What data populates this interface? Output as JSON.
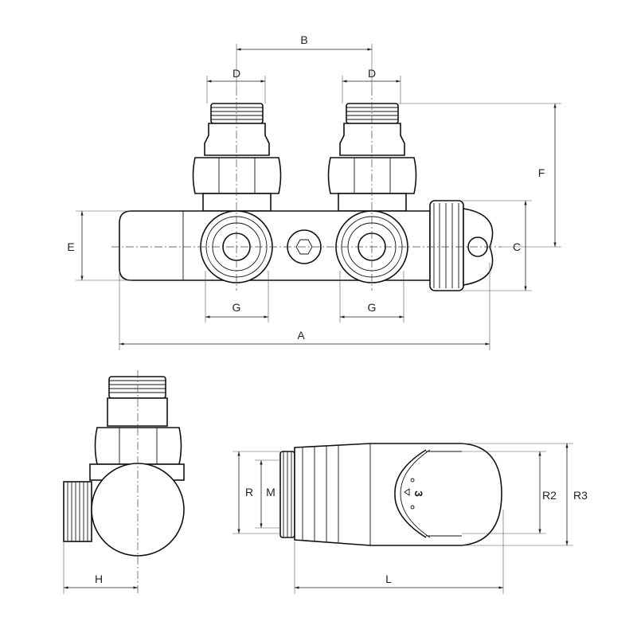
{
  "labels": {
    "A": "A",
    "B": "B",
    "C": "C",
    "D1": "D",
    "D2": "D",
    "E": "E",
    "F": "F",
    "G1": "G",
    "G2": "G",
    "H": "H",
    "L": "L",
    "M": "M",
    "R": "R",
    "R2": "R2",
    "R3": "R3"
  },
  "thermostat_setting": "3"
}
